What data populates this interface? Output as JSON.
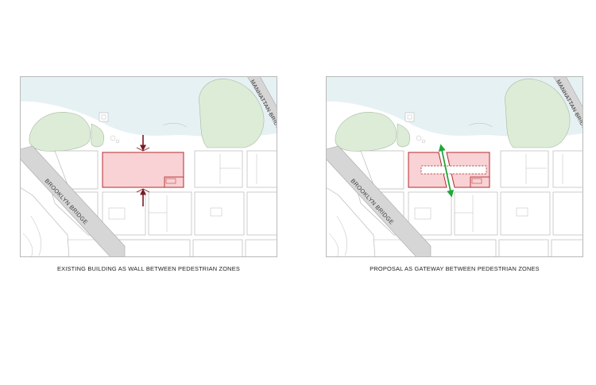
{
  "colors": {
    "water": "#e6f1f4",
    "park": "#dcecd6",
    "park_stroke": "#aab8a4",
    "block_stroke": "#b9b9b9",
    "bridge_fill": "#d6d6d6",
    "building_fill": "#f8d2d4",
    "building_stroke": "#b3282f",
    "pressure_arrow": "#7a1a22",
    "gateway_arrow": "#22a53a"
  },
  "bridges": {
    "manhattan": "MANHATTAN BRIDGE",
    "brooklyn": "BROOKLYN BRIDGE"
  },
  "panels": [
    {
      "caption": "EXISTING BUILDING AS WALL BETWEEN PEDESTRIAN ZONES",
      "arrow_icon": "opposing-pressure-arrows-icon"
    },
    {
      "caption": "PROPOSAL AS GATEWAY BETWEEN PEDESTRIAN ZONES",
      "arrow_icon": "double-headed-passage-arrow-icon"
    }
  ]
}
